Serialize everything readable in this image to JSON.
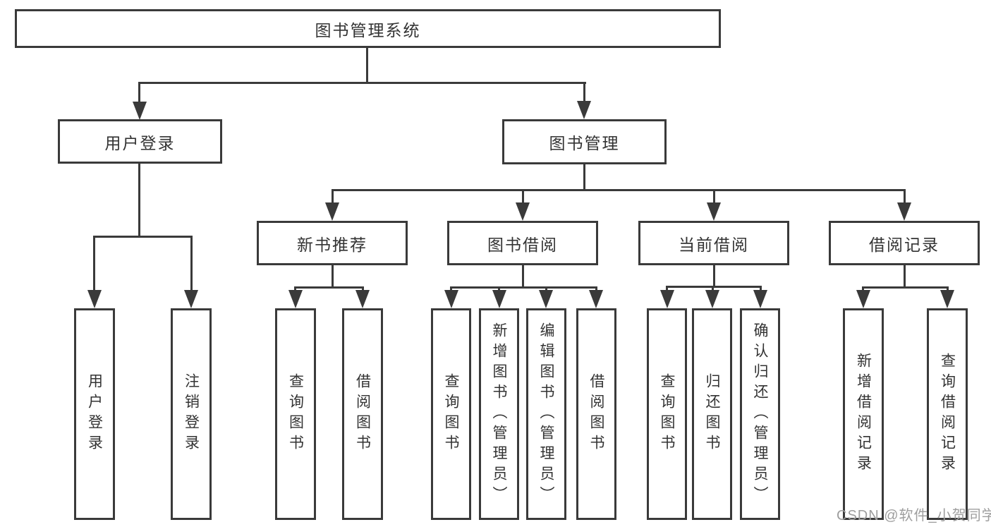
{
  "diagram": {
    "type": "tree",
    "title": "图书管理系统",
    "watermark": "CSDN @软件_小贺同学",
    "colors": {
      "line": "#3a3a3a",
      "border": "#3a3a3a",
      "text": "#333333",
      "background": "#ffffff",
      "watermark_text": "#9e9e9e"
    },
    "root": {
      "label": "图书管理系统",
      "children": [
        {
          "label": "用户登录",
          "children": [
            {
              "label": "用户登录"
            },
            {
              "label": "注销登录"
            }
          ]
        },
        {
          "label": "图书管理",
          "children": [
            {
              "label": "新书推荐",
              "children": [
                {
                  "label": "查询图书"
                },
                {
                  "label": "借阅图书"
                }
              ]
            },
            {
              "label": "图书借阅",
              "children": [
                {
                  "label": "查询图书"
                },
                {
                  "label": "新增图书（管理员）"
                },
                {
                  "label": "编辑图书（管理员）"
                },
                {
                  "label": "借阅图书"
                }
              ]
            },
            {
              "label": "当前借阅",
              "children": [
                {
                  "label": "查询图书"
                },
                {
                  "label": "归还图书"
                },
                {
                  "label": "确认归还（管理员）"
                }
              ]
            },
            {
              "label": "借阅记录",
              "children": [
                {
                  "label": "新增借阅记录"
                },
                {
                  "label": "查询借阅记录"
                }
              ]
            }
          ]
        }
      ]
    }
  }
}
